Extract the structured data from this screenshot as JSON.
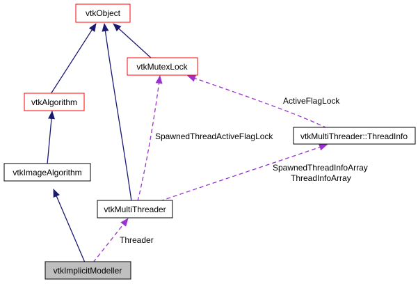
{
  "diagram": {
    "nodes": {
      "vtkObject": "vtkObject",
      "vtkMutexLock": "vtkMutexLock",
      "vtkAlgorithm": "vtkAlgorithm",
      "threadInfo": "vtkMultiThreader::ThreadInfo",
      "vtkImageAlgorithm": "vtkImageAlgorithm",
      "vtkMultiThreader": "vtkMultiThreader",
      "vtkImplicitModeller": "vtkImplicitModeller"
    },
    "edge_labels": {
      "active_flag_lock": "ActiveFlagLock",
      "spawned_thread_active_flag_lock": "SpawnedThreadActiveFlagLock",
      "spawned_thread_info_array": "SpawnedThreadInfoArray",
      "thread_info_array": "ThreadInfoArray",
      "threader": "Threader"
    },
    "colors": {
      "inheritance_edge": "#191970",
      "usage_edge": "#9a32cd",
      "documented_border": "#ff0000",
      "plain_border": "#000000",
      "highlight_fill": "#bfbfbf"
    }
  }
}
